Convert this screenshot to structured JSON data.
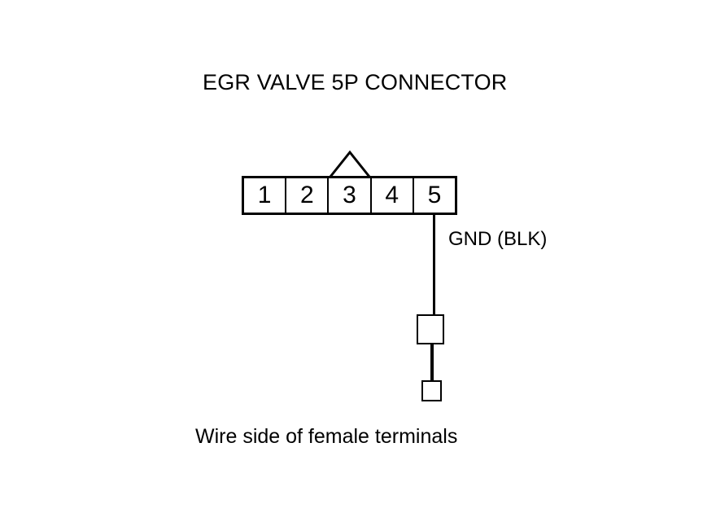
{
  "diagram": {
    "title": "EGR VALVE 5P CONNECTOR",
    "caption": "Wire side of female terminals",
    "colors": {
      "background": "#ffffff",
      "stroke": "#000000",
      "text": "#000000"
    },
    "connector": {
      "pin_count": 5,
      "pins": [
        {
          "number": "1"
        },
        {
          "number": "2"
        },
        {
          "number": "3"
        },
        {
          "number": "4"
        },
        {
          "number": "5"
        }
      ],
      "keyway_notch_above_pin": "3"
    },
    "wires": [
      {
        "from_pin": "5",
        "label": "GND (BLK)",
        "signal": "GND",
        "color_code": "BLK"
      }
    ],
    "terminals": [
      {
        "name": "terminal-upper",
        "shape": "rectangle"
      },
      {
        "name": "terminal-lower",
        "shape": "rectangle"
      }
    ]
  }
}
